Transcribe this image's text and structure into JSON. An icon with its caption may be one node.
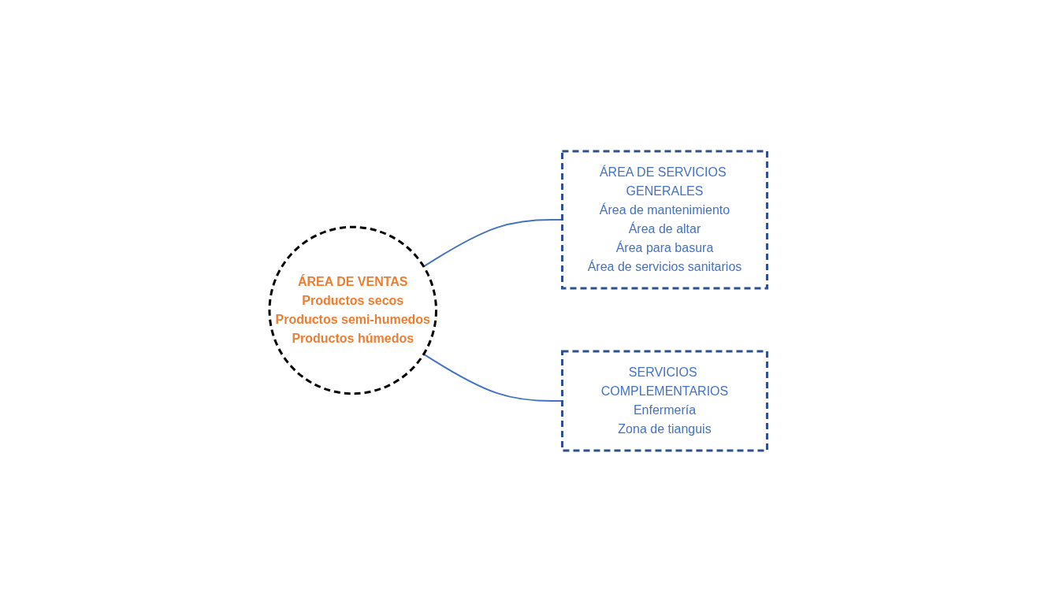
{
  "diagram": {
    "nodes": [
      {
        "text": [
          "ÁREA DE VENTAS",
          "Productos secos",
          "Productos semi-humedos",
          "Productos húmedos"
        ]
      },
      {
        "text": [
          "ÁREA DE SERVICIOS GENERALES",
          "Área de mantenimiento",
          "Área de altar",
          "Área para basura",
          "Área de servicios sanitarios"
        ]
      },
      {
        "text": [
          "SERVICIOS COMPLEMENTARIOS",
          "Enfermería",
          "Zona de tianguis"
        ]
      }
    ],
    "edges": [
      {
        "from": 0,
        "to": 1,
        "arrow": "none"
      },
      {
        "from": 0,
        "to": 2,
        "arrow": "none"
      }
    ]
  }
}
